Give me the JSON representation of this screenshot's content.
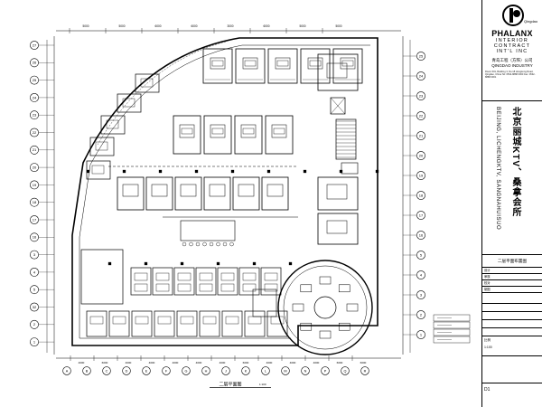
{
  "drawing": {
    "title": "二层平面图",
    "scale_note": "1:100"
  },
  "grid": {
    "left_numbers": [
      "27",
      "26",
      "25",
      "24",
      "23",
      "22",
      "21",
      "20",
      "19",
      "18",
      "17",
      "16",
      "3",
      "4",
      "5",
      "32",
      "2",
      "1"
    ],
    "right_numbers": [
      "25",
      "24",
      "23",
      "22",
      "21",
      "20",
      "19",
      "18",
      "17",
      "16",
      "5",
      "4",
      "3",
      "2",
      "1"
    ],
    "bottom_letters": [
      "A",
      "B",
      "C",
      "D",
      "E",
      "F",
      "G",
      "H",
      "J",
      "K",
      "L",
      "M",
      "N",
      "P",
      "Q",
      "R"
    ],
    "top_dims": [
      "5000",
      "5000",
      "6000",
      "6000",
      "3000",
      "6000",
      "5000",
      "5000"
    ],
    "bottom_dims": [
      "4000",
      "6000",
      "4000",
      "4000",
      "4000",
      "4000",
      "4000",
      "6000",
      "4000",
      "4000",
      "4000",
      "6000",
      "6000"
    ]
  },
  "title_block": {
    "logo_sub": "Qingdao",
    "brand": "PHALANX",
    "brand_lines": [
      "INTERIOR",
      "CONTRACT",
      "INT'L INC"
    ],
    "brand_cn": "青岛工程（方阵）公司",
    "brand_en2": "QINGDAO INDUSTRY",
    "address": "Room 601, Building 3, No.18 Hongkong Road, Qingdao, China  Tel: 0532-8888 0000  Fax: 0532-8888 0001",
    "project_cn": "北京丽城KTV、桑拿会所",
    "project_en": "BEIJING, LICHENGKTV, SANGNAHUISUO",
    "rows": [
      "设计",
      "审核",
      "校对",
      "制图"
    ],
    "drawing_label": "二层平面布置图",
    "scale_label": "比例",
    "scale_value": "1:100",
    "sheet_no": "D1"
  },
  "colors": {
    "line": "#000000",
    "paper": "#ffffff"
  }
}
